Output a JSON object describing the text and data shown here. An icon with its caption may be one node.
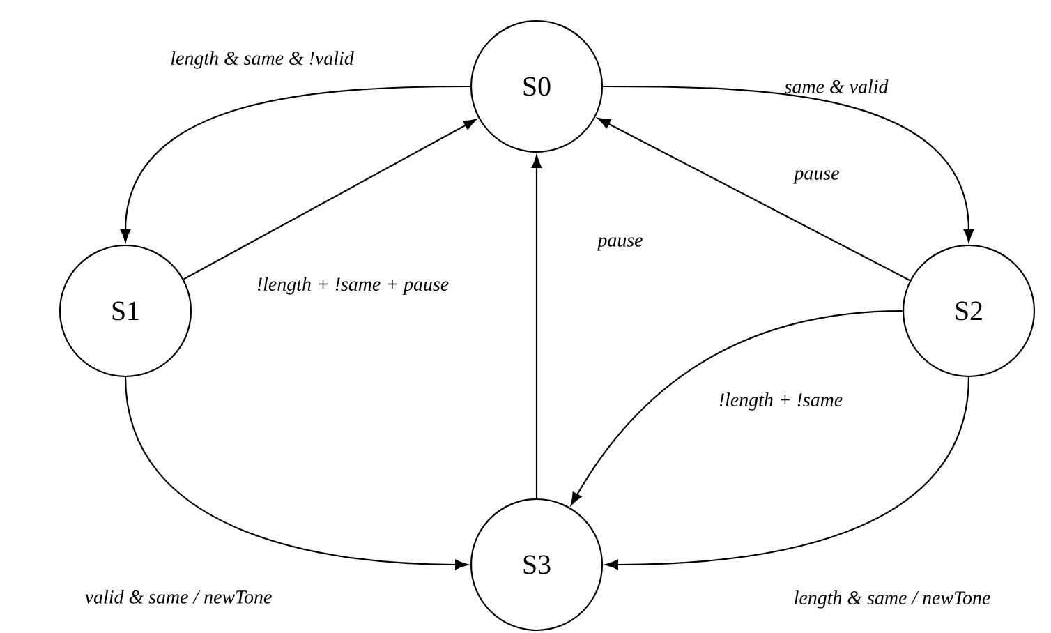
{
  "diagram": {
    "nodes": [
      {
        "text": [
          "S0"
        ]
      },
      {
        "text": [
          "S1"
        ]
      },
      {
        "text": [
          "S2"
        ]
      },
      {
        "text": [
          "S3"
        ]
      }
    ],
    "edges": [
      {
        "from": 0,
        "to": 1,
        "arrow": "to",
        "label": "length & same & !valid"
      },
      {
        "from": 1,
        "to": 0,
        "arrow": "to",
        "label": "!length + !same + pause"
      },
      {
        "from": 0,
        "to": 2,
        "arrow": "to",
        "label": "same & valid"
      },
      {
        "from": 2,
        "to": 0,
        "arrow": "to",
        "label": "pause"
      },
      {
        "from": 3,
        "to": 0,
        "arrow": "to",
        "label": "pause"
      },
      {
        "from": 2,
        "to": 3,
        "arrow": "to",
        "label": "!length + !same"
      },
      {
        "from": 1,
        "to": 3,
        "arrow": "to",
        "label": "valid & same / newTone"
      },
      {
        "from": 2,
        "to": 3,
        "arrow": "to",
        "label": "length & same / newTone"
      }
    ]
  }
}
